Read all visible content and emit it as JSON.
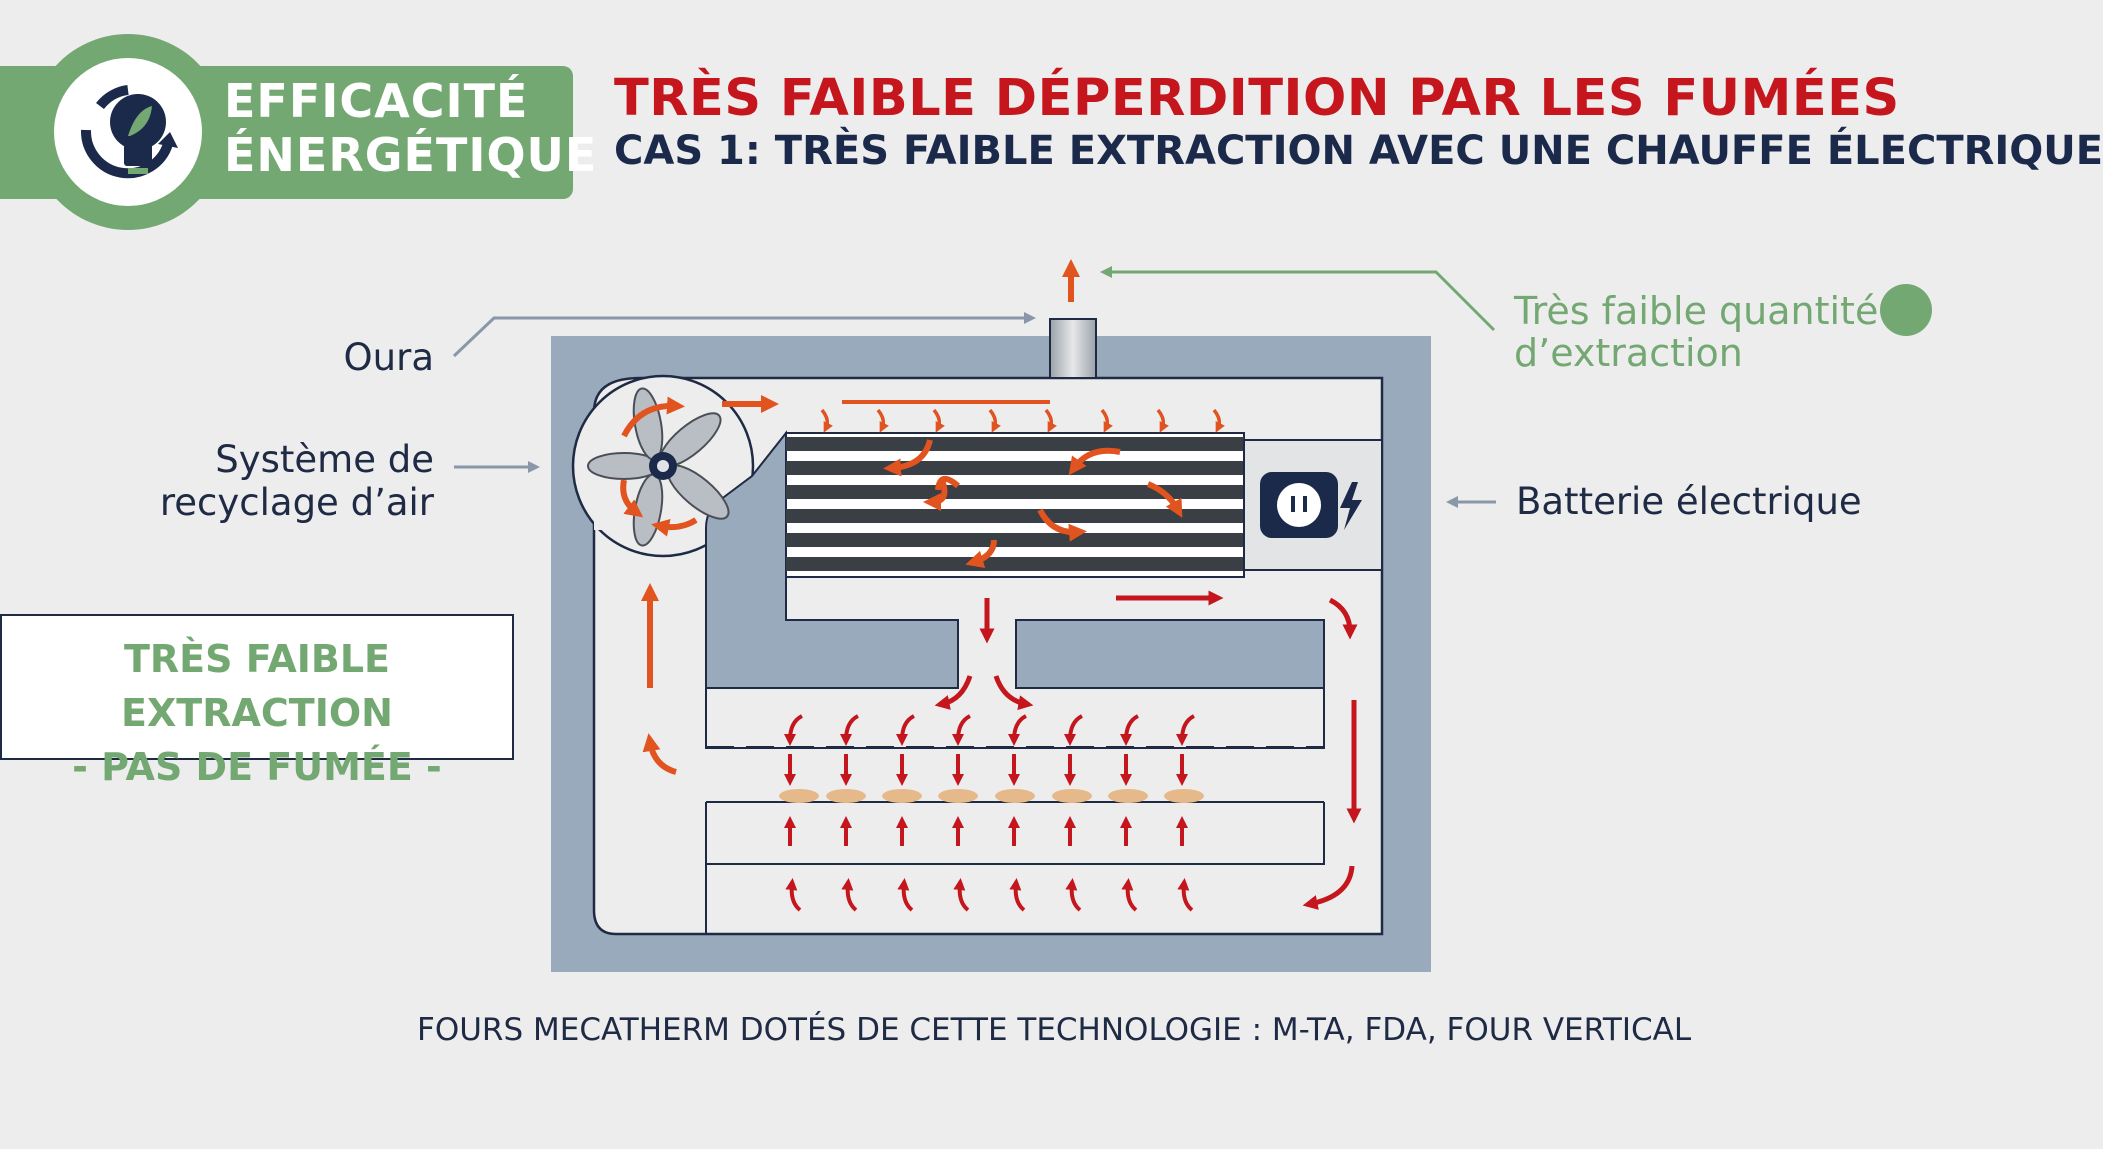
{
  "colors": {
    "green": "#74a872",
    "red": "#c4161c",
    "navy": "#1b2a4a",
    "orange": "#e2541f",
    "steel": "#98aabb"
  },
  "badge": {
    "line1": "EFFICACITÉ",
    "line2": "ÉNERGÉTIQUE",
    "icon": "eco-bulb-refresh-icon"
  },
  "header": {
    "title": "TRÈS FAIBLE DÉPERDITION PAR LES FUMÉES",
    "subtitle": "CAS 1: TRÈS FAIBLE EXTRACTION AVEC UNE CHAUFFE ÉLECTRIQUE"
  },
  "labels": {
    "oura": "Oura",
    "recycling_line1": "Système de",
    "recycling_line2": "recyclage d’air",
    "battery": "Batterie électrique",
    "extraction_line1": "Très faible quantité",
    "extraction_line2": "d’extraction"
  },
  "extraction_box": {
    "line1": "TRÈS FAIBLE EXTRACTION",
    "line2": "- PAS DE FUMÉE -"
  },
  "footer": "FOURS MECATHERM DOTÉS DE CETTE TECHNOLOGIE : M-TA, FDA, FOUR VERTICAL",
  "icons": {
    "fan": "fan-icon",
    "plug": "electric-plug-icon"
  }
}
